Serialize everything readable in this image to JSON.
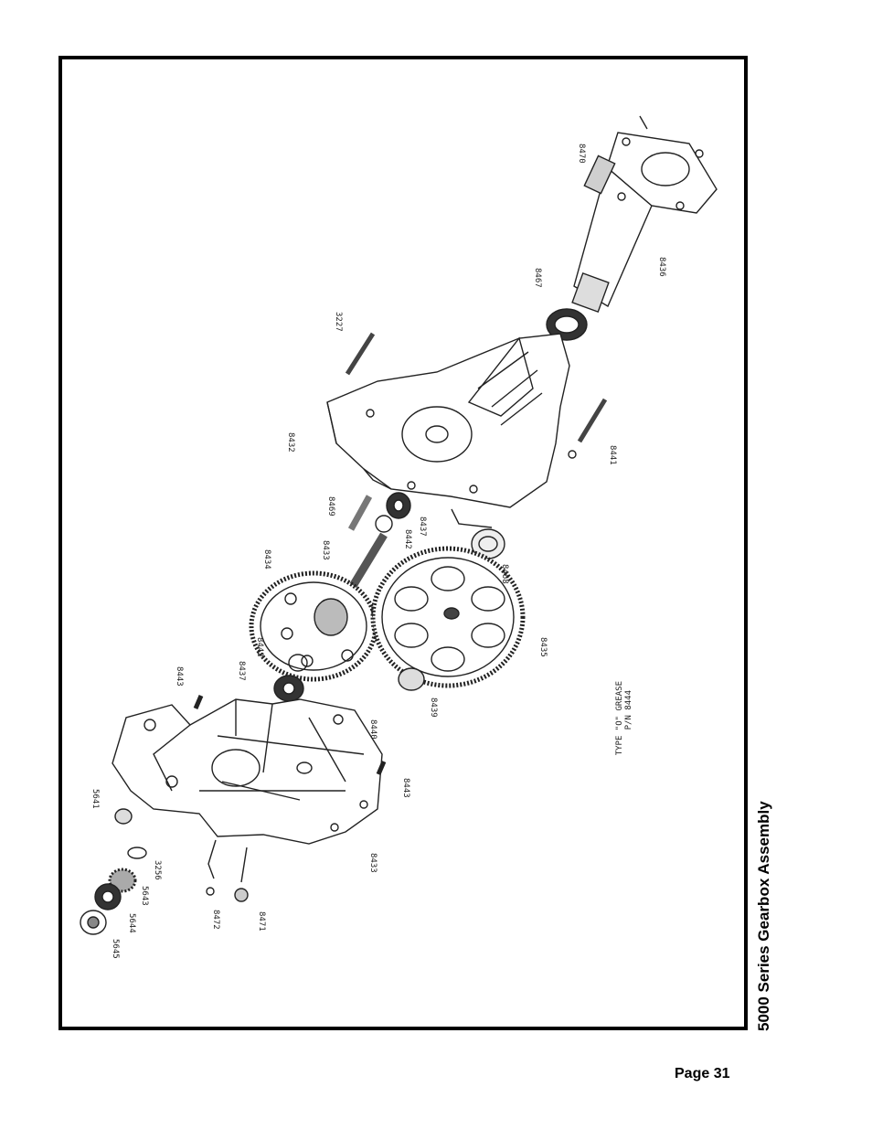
{
  "document": {
    "title": "5000 Series Gearbox Assembly",
    "page_label": "Page 31"
  },
  "note": {
    "line1": "TYPE \"O\" GREASE",
    "line2": "P/N 8444"
  },
  "part_labels": [
    "8470",
    "8436",
    "8467",
    "3227",
    "8432",
    "8441",
    "8469",
    "8437",
    "8442",
    "8433",
    "8468",
    "8434",
    "8435",
    "8442",
    "8437",
    "8443",
    "8439",
    "8440",
    "5641",
    "8443",
    "3256",
    "5643",
    "5644",
    "5645",
    "8472",
    "8471",
    "8433"
  ]
}
